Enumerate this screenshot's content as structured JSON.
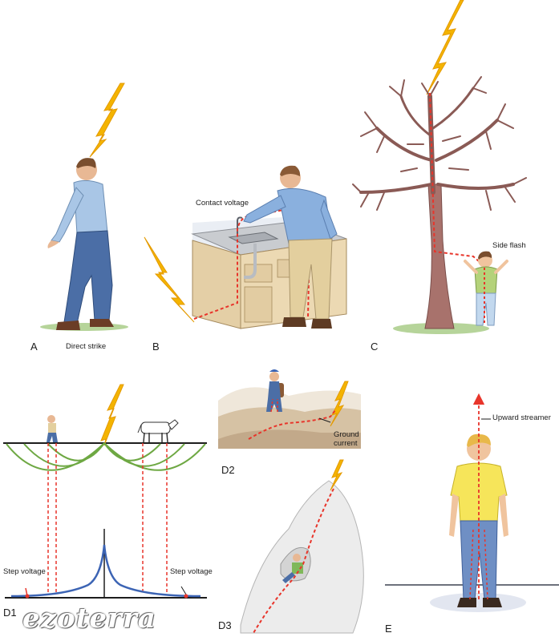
{
  "panels": {
    "a": {
      "letter": "A",
      "caption": "Direct strike"
    },
    "b": {
      "letter": "B",
      "caption": "Contact voltage"
    },
    "c": {
      "letter": "C",
      "caption": "Side flash"
    },
    "d1": {
      "letter": "D1",
      "left_caption": "Step voltage",
      "right_caption": "Step voltage"
    },
    "d2": {
      "letter": "D2",
      "caption_line1": "Ground",
      "caption_line2": "current"
    },
    "d3": {
      "letter": "D3"
    },
    "e": {
      "letter": "E",
      "caption": "Upward streamer"
    }
  },
  "watermark": "ezoterra",
  "colors": {
    "bolt": "#f4b400",
    "current_path": "#e8352b",
    "field_lines": "#6ea843",
    "voltage_curve": "#3c64b4",
    "shirt_blue": "#a9c6e6",
    "jeans": "#4b6ea6",
    "tree": "#8a5a55"
  }
}
